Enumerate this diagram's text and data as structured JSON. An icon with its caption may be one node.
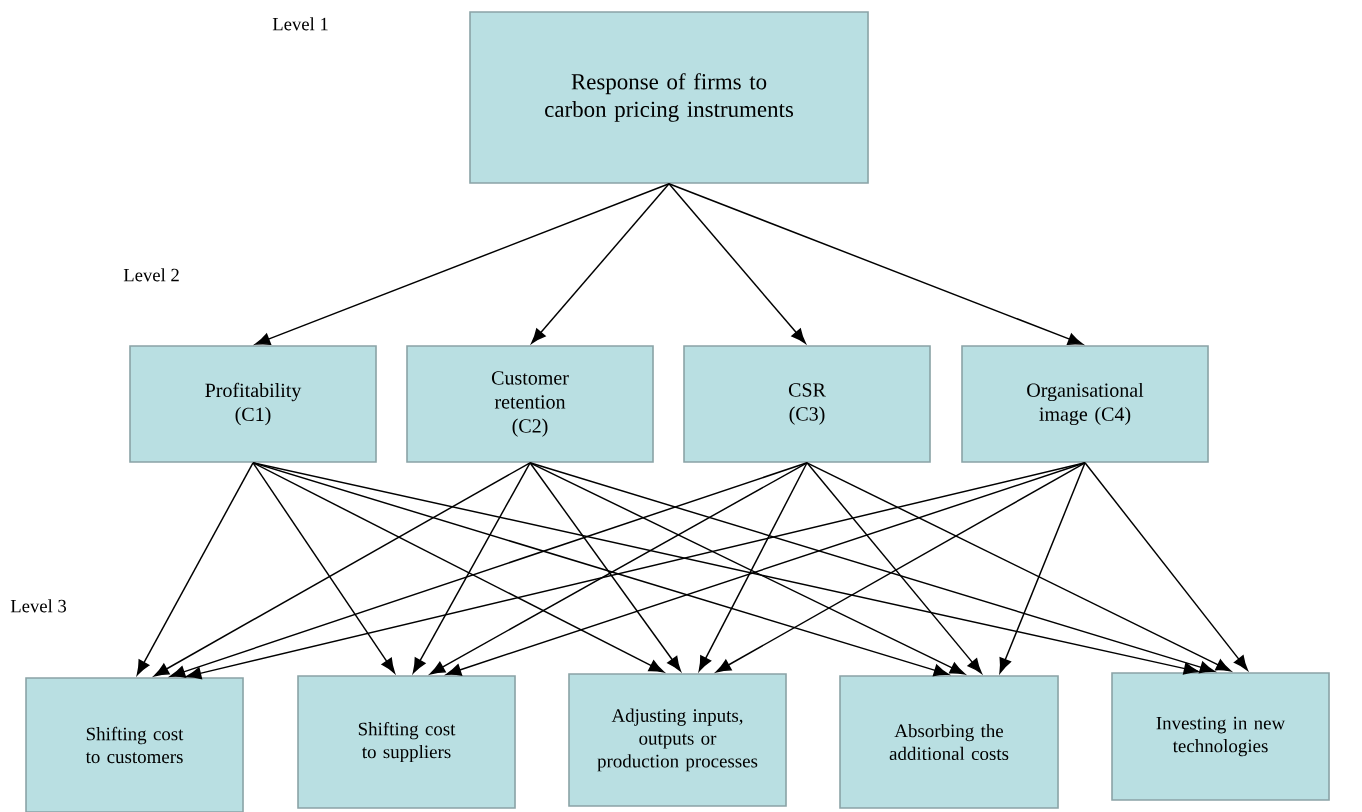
{
  "diagram": {
    "nodes": [
      {
        "text": [
          "Response of firms to carbon pricing instruments"
        ]
      },
      {
        "text": [
          "Profitability (C1)"
        ]
      },
      {
        "text": [
          "Customer retention (C2)"
        ]
      },
      {
        "text": [
          "CSR (C3)"
        ]
      },
      {
        "text": [
          "Organisational image (C4)"
        ]
      },
      {
        "text": [
          "Shifting cost to customers"
        ]
      },
      {
        "text": [
          "Shifting cost to suppliers"
        ]
      },
      {
        "text": [
          "Adjusting inputs, outputs or production processes"
        ]
      },
      {
        "text": [
          "Absorbing the additional costs"
        ]
      },
      {
        "text": [
          "Investing in new technologies"
        ]
      }
    ],
    "edges": [
      {
        "from": 0,
        "to": 1,
        "arrow": "to"
      },
      {
        "from": 0,
        "to": 2,
        "arrow": "to"
      },
      {
        "from": 0,
        "to": 3,
        "arrow": "to"
      },
      {
        "from": 0,
        "to": 4,
        "arrow": "to"
      },
      {
        "from": 1,
        "to": 5,
        "arrow": "to"
      },
      {
        "from": 1,
        "to": 6,
        "arrow": "to"
      },
      {
        "from": 1,
        "to": 7,
        "arrow": "to"
      },
      {
        "from": 1,
        "to": 8,
        "arrow": "to"
      },
      {
        "from": 1,
        "to": 9,
        "arrow": "to"
      },
      {
        "from": 2,
        "to": 5,
        "arrow": "to"
      },
      {
        "from": 2,
        "to": 6,
        "arrow": "to"
      },
      {
        "from": 2,
        "to": 7,
        "arrow": "to"
      },
      {
        "from": 2,
        "to": 8,
        "arrow": "to"
      },
      {
        "from": 2,
        "to": 9,
        "arrow": "to"
      },
      {
        "from": 3,
        "to": 5,
        "arrow": "to"
      },
      {
        "from": 3,
        "to": 6,
        "arrow": "to"
      },
      {
        "from": 3,
        "to": 7,
        "arrow": "to"
      },
      {
        "from": 3,
        "to": 8,
        "arrow": "to"
      },
      {
        "from": 3,
        "to": 9,
        "arrow": "to"
      },
      {
        "from": 4,
        "to": 5,
        "arrow": "to"
      },
      {
        "from": 4,
        "to": 6,
        "arrow": "to"
      },
      {
        "from": 4,
        "to": 7,
        "arrow": "to"
      },
      {
        "from": 4,
        "to": 8,
        "arrow": "to"
      },
      {
        "from": 4,
        "to": 9,
        "arrow": "to"
      }
    ],
    "labels": [
      "Level 1",
      "Level 2",
      "Level 3"
    ]
  }
}
